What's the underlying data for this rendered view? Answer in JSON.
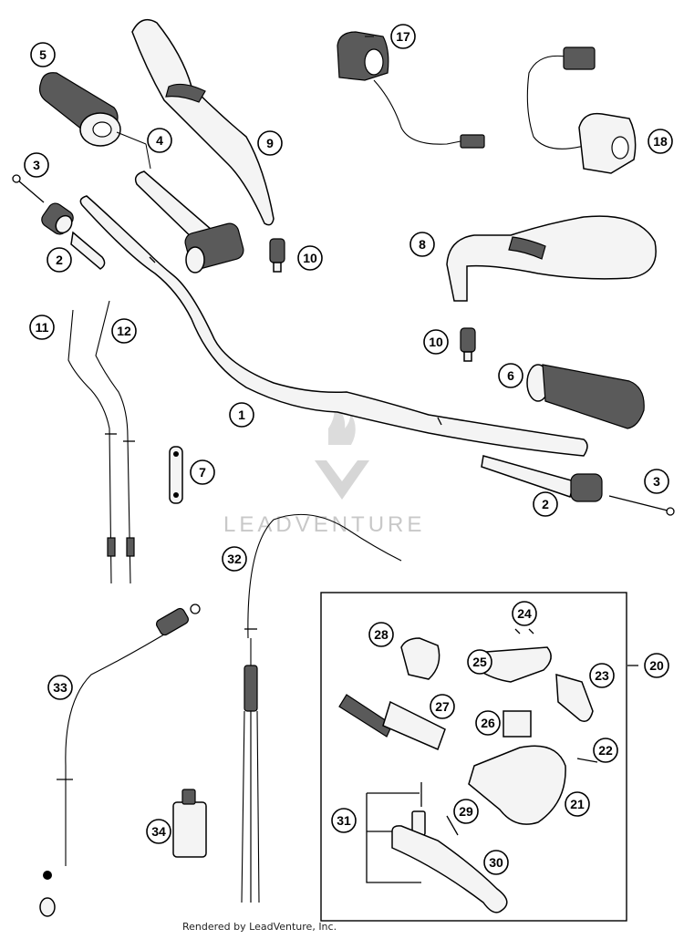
{
  "watermark": "LEADVENTURE",
  "footer_text": "Rendered by LeadVenture, Inc.",
  "callouts": {
    "p1": "1",
    "p2a": "2",
    "p2b": "2",
    "p3a": "3",
    "p3b": "3",
    "p4": "4",
    "p5": "5",
    "p6": "6",
    "p7": "7",
    "p8": "8",
    "p9": "9",
    "p10a": "10",
    "p10b": "10",
    "p11": "11",
    "p12": "12",
    "p17": "17",
    "p18": "18",
    "p20": "20",
    "p21": "21",
    "p22": "22",
    "p23": "23",
    "p24": "24",
    "p25": "25",
    "p26": "26",
    "p27": "27",
    "p28": "28",
    "p29": "29",
    "p30": "30",
    "p31": "31",
    "p32": "32",
    "p33": "33",
    "p34": "34"
  }
}
